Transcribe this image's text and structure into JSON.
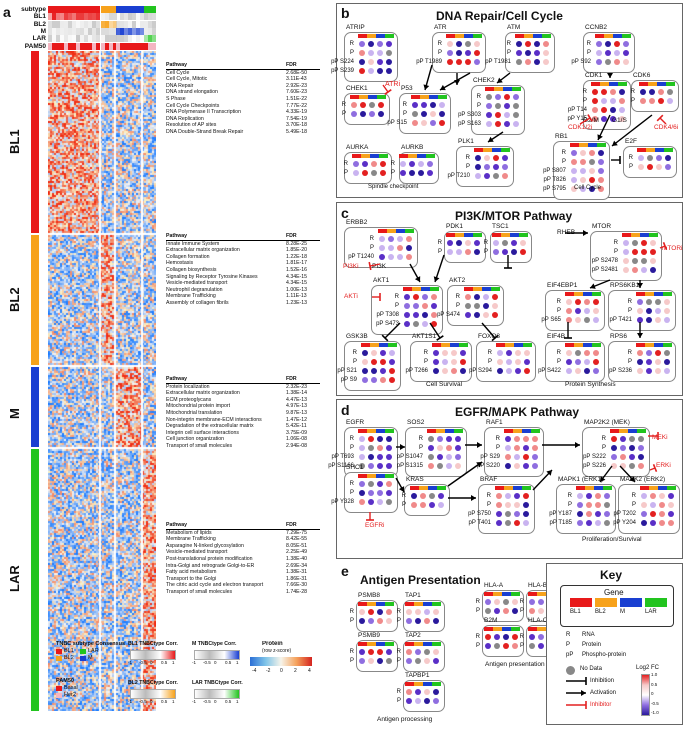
{
  "panel_a": {
    "letter": "a",
    "bar_labels": [
      "subtype",
      "BL1",
      "BL2",
      "M",
      "LAR",
      "PAM50"
    ],
    "groups": [
      {
        "name": "BL1",
        "color": "#e8191a",
        "pathways": [
          [
            "Cell Cycle",
            "2.68E-50"
          ],
          [
            "Cell Cycle, Mitotic",
            "3.11E-43"
          ],
          [
            "DNA Repair",
            "2.92E-23"
          ],
          [
            "DNA strand elongation",
            "7.60E-23"
          ],
          [
            "S Phase",
            "1.51E-22"
          ],
          [
            "Cell Cycle Checkpoints",
            "7.77E-22"
          ],
          [
            "RNA Polymerase II Transcription",
            "4.33E-19"
          ],
          [
            "DNA Replication",
            "7.54E-19"
          ],
          [
            "Resolution of AP sites",
            "3.70E-18"
          ],
          [
            "DNA Double-Strand Break Repair",
            "5.49E-18"
          ]
        ]
      },
      {
        "name": "BL2",
        "color": "#f7a21b",
        "pathways": [
          [
            "Innate Immune System",
            "8.28E-25"
          ],
          [
            "Extracellular matrix organization",
            "1.85E-20"
          ],
          [
            "Collagen formation",
            "1.22E-18"
          ],
          [
            "Hemostasis",
            "1.81E-17"
          ],
          [
            "Collagen biosynthesis",
            "1.52E-16"
          ],
          [
            "Signaling by Receptor Tyrosine Kinases",
            "4.34E-15"
          ],
          [
            "Vesicle-mediated transport",
            "4.34E-15"
          ],
          [
            "Neutrophil degranulation",
            "1.00E-13"
          ],
          [
            "Membrane Trafficking",
            "1.11E-13"
          ],
          [
            "Assembly of collagen fibrils",
            "1.23E-13"
          ]
        ]
      },
      {
        "name": "M",
        "color": "#1a3fd1",
        "pathways": [
          [
            "Protein localization",
            "2.32E-23"
          ],
          [
            "Extracellular matrix organization",
            "1.38E-14"
          ],
          [
            "ECM proteoglycans",
            "4.47E-13"
          ],
          [
            "Mitochondrial protein import",
            "4.97E-13"
          ],
          [
            "Mitochondrial translation",
            "9.87E-13"
          ],
          [
            "Non-integrin membrane-ECM interactions",
            "1.47E-12"
          ],
          [
            "Degradation of the extracellular matrix",
            "5.42E-11"
          ],
          [
            "Integrin cell surface interactions",
            "3.75E-09"
          ],
          [
            "Cell junction organization",
            "1.06E-08"
          ],
          [
            "Transport of small molecules",
            "2.94E-08"
          ]
        ]
      },
      {
        "name": "LAR",
        "color": "#22c41f",
        "pathways": [
          [
            "Metabolism of lipids",
            "7.29E-75"
          ],
          [
            "Membrane Trafficking",
            "8.42E-55"
          ],
          [
            "Asparagine N-linked glycosylation",
            "8.05E-51"
          ],
          [
            "Vesicle-mediated transport",
            "2.25E-49"
          ],
          [
            "Post-translational protein modification",
            "1.38E-40"
          ],
          [
            "Intra-Golgi and retrograde Golgi-to-ER",
            "2.69E-34"
          ],
          [
            "Fatty acid metabolism",
            "1.38E-31"
          ],
          [
            "Transport to the Golgi",
            "1.86E-31"
          ],
          [
            "The citric acid cycle and electron transport",
            "7.66E-30"
          ],
          [
            "Transport of small molecules",
            "1.74E-28"
          ]
        ]
      }
    ],
    "table_headers": {
      "pathway": "Pathway",
      "fdr": "FDR"
    },
    "legend": {
      "consensus_title": "TNBC subtype Consensus",
      "consensus_items": [
        [
          "BL1",
          "#e8191a"
        ],
        [
          "LAR",
          "#22c41f"
        ],
        [
          "BL2",
          "#f7a21b"
        ],
        [
          "M",
          "#1a3fd1"
        ]
      ],
      "pam50_title": "PAM50",
      "pam50_items": [
        [
          "Basal",
          "#e8191a"
        ],
        [
          "Her2",
          "#f4b6c2"
        ]
      ],
      "corr_titles": [
        "BL1 TNBCtype Corr.",
        "M TNBCtype Corr.",
        "BL2 TNBCtype Corr.",
        "LAR TNBCtype Corr."
      ],
      "corr_ticks": [
        "-1",
        "-0.5",
        "0",
        "0.5",
        "1"
      ],
      "protein_title": "Protein",
      "protein_sub": "(row z-score)",
      "protein_ticks": [
        "-4",
        "-2",
        "0",
        "2",
        "4"
      ]
    }
  },
  "panel_b": {
    "letter": "b",
    "title": "DNA Repair/Cell Cycle",
    "nodes": [
      "ATRIP",
      "ATR",
      "ATM",
      "CCNB2",
      "CHEK1",
      "P53",
      "CHEK2",
      "CDK1",
      "CDK6",
      "AURKA",
      "AURKB",
      "PLK1",
      "RB1",
      "E2F"
    ],
    "sites": [
      "pP S224",
      "pP S239",
      "pP T1989",
      "pP T1981",
      "pP S92",
      "pP T14",
      "pP Y15",
      "pP S15",
      "pP S303",
      "pP S163",
      "pP T210",
      "pP S807",
      "pP T826",
      "pP S795"
    ],
    "inhibitors": [
      "ATRi",
      "CDK1/2i",
      "CDK4/6i"
    ],
    "labels": [
      "G2/M",
      "G1/S",
      "Spindle checkpoint",
      "Cell Cycle"
    ]
  },
  "panel_c": {
    "letter": "c",
    "title": "PI3K/MTOR Pathway",
    "nodes": [
      "ERBB2",
      "PDK1",
      "TSC1",
      "RHEB",
      "MTOR",
      "AKT1",
      "AKT2",
      "EIF4EBP1",
      "RPS6KB1",
      "GSK3B",
      "AKT1S1",
      "FOXO3",
      "EIF4B",
      "RPS6",
      "PI3K"
    ],
    "sites": [
      "pP T1240",
      "pP S2478",
      "pP S2481",
      "pP T308",
      "pP S473",
      "pP S474",
      "pP S65",
      "pP T421",
      "pP S21",
      "pP S9",
      "pP T266",
      "pP S294",
      "pP S422",
      "pP S236"
    ],
    "inhibitors": [
      "PI3Ki",
      "AKTi",
      "mTORi"
    ],
    "labels": [
      "Cell Survival",
      "Protein Synthesis"
    ]
  },
  "panel_d": {
    "letter": "d",
    "title": "EGFR/MAPK Pathway",
    "nodes": [
      "EGFR",
      "SOS2",
      "RAF1",
      "MAP2K2 (MEK)",
      "SHC1",
      "KRAS",
      "BRAF",
      "MAPK1 (ERK1)",
      "MAPK2 (ERK2)"
    ],
    "sites": [
      "pP T693",
      "pP S1166",
      "pP S1047",
      "pP S1315",
      "pP S29",
      "pP S220",
      "pP S222",
      "pP S226",
      "pP Y328",
      "pP S750",
      "pP T401",
      "pP Y187",
      "pP T185",
      "pP T202",
      "pP Y204"
    ],
    "inhibitors": [
      "MEKi",
      "ERKi",
      "EGFRi"
    ],
    "labels": [
      "Proliferation/Survival"
    ]
  },
  "panel_e": {
    "letter": "e",
    "title": "Antigen Presentation",
    "nodes": [
      "PSMB8",
      "TAP1",
      "HLA-A",
      "HLA-B",
      "PSMB9",
      "TAP2",
      "B2M",
      "HLA-C",
      "TAPBP1"
    ],
    "labels": [
      "Antigen processing",
      "Antigen presentation"
    ]
  },
  "key": {
    "title": "Key",
    "gene_label": "Gene",
    "subtypes": [
      "BL1",
      "BL2",
      "M",
      "LAR"
    ],
    "rows": [
      [
        "R",
        "RNA"
      ],
      [
        "P",
        "Protein"
      ],
      [
        "pP",
        "Phospho-protein"
      ]
    ],
    "no_data": "No Data",
    "log2fc": "Log2 FC",
    "arrows": [
      "Inhibition",
      "Activation",
      "Inhibitor"
    ],
    "scale": [
      "1.0",
      "0.5",
      "0",
      "-0.5",
      "-1.0"
    ]
  },
  "row_letters": {
    "r": "R",
    "p": "P"
  }
}
